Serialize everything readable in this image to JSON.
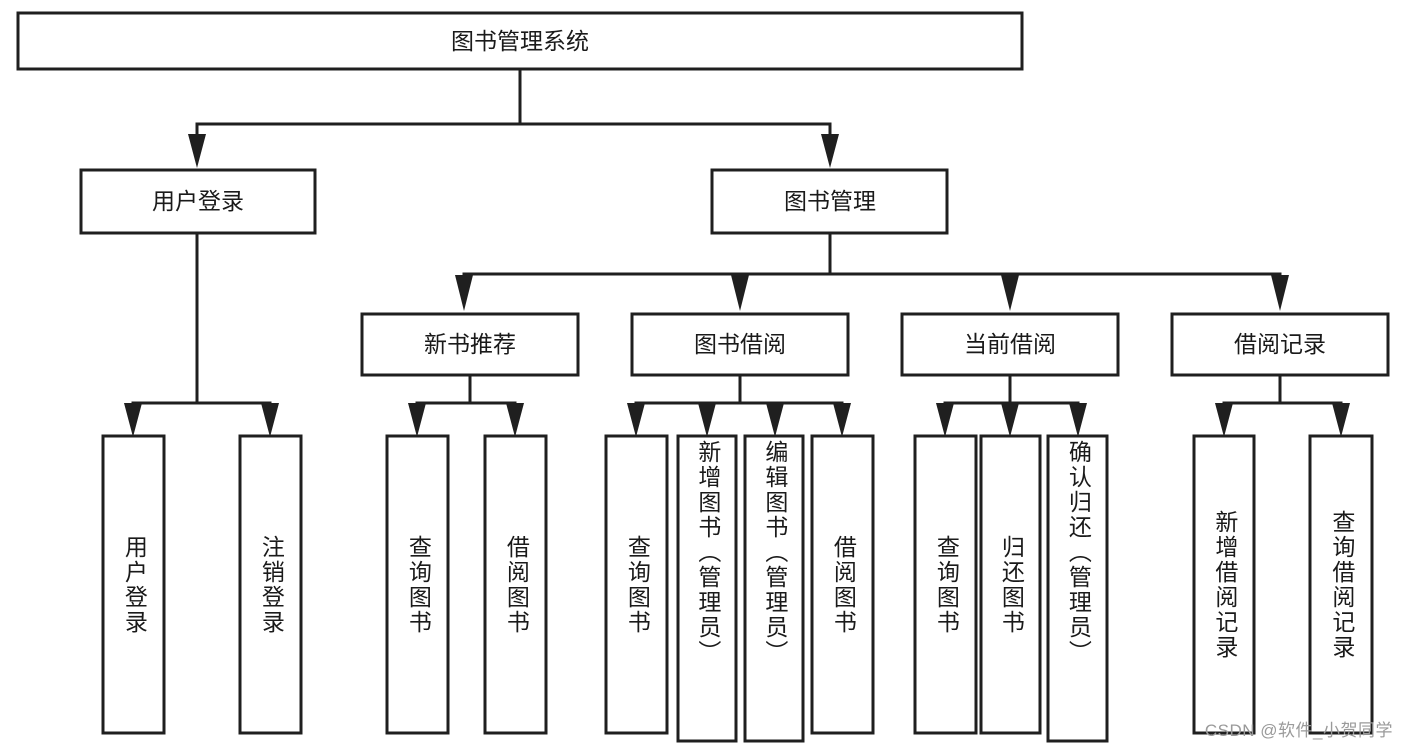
{
  "diagram": {
    "type": "tree-hierarchy",
    "title": "图书管理系统",
    "watermark": "CSDN @软件_小贺同学",
    "colors": {
      "stroke": "#1f1f1f",
      "fill": "#ffffff",
      "text": "#1a1a1a",
      "watermark": "#9a9a9a",
      "background": "#ffffff"
    },
    "root": {
      "label": "图书管理系统"
    },
    "level2": [
      {
        "id": "user-login",
        "label": "用户登录"
      },
      {
        "id": "book-manage",
        "label": "图书管理"
      }
    ],
    "level3": [
      {
        "id": "new-book-recommend",
        "label": "新书推荐",
        "parent": "book-manage"
      },
      {
        "id": "book-borrow",
        "label": "图书借阅",
        "parent": "book-manage"
      },
      {
        "id": "current-borrow",
        "label": "当前借阅",
        "parent": "book-manage"
      },
      {
        "id": "borrow-record",
        "label": "借阅记录",
        "parent": "book-manage"
      }
    ],
    "leaves": [
      {
        "id": "leaf-user-login",
        "label": "用户登录",
        "parent": "user-login"
      },
      {
        "id": "leaf-logout-login",
        "label": "注销登录",
        "parent": "user-login"
      },
      {
        "id": "leaf-query-book-1",
        "label": "查询图书",
        "parent": "new-book-recommend"
      },
      {
        "id": "leaf-borrow-book-1",
        "label": "借阅图书",
        "parent": "new-book-recommend"
      },
      {
        "id": "leaf-query-book-2",
        "label": "查询图书",
        "parent": "book-borrow"
      },
      {
        "id": "leaf-add-book",
        "label": "新增图书（管理员）",
        "parent": "book-borrow"
      },
      {
        "id": "leaf-edit-book",
        "label": "编辑图书（管理员）",
        "parent": "book-borrow"
      },
      {
        "id": "leaf-borrow-book-2",
        "label": "借阅图书",
        "parent": "book-borrow"
      },
      {
        "id": "leaf-query-book-3",
        "label": "查询图书",
        "parent": "current-borrow"
      },
      {
        "id": "leaf-return-book",
        "label": "归还图书",
        "parent": "current-borrow"
      },
      {
        "id": "leaf-confirm-return",
        "label": "确认归还（管理员）",
        "parent": "current-borrow"
      },
      {
        "id": "leaf-add-record",
        "label": "新增借阅记录",
        "parent": "borrow-record"
      },
      {
        "id": "leaf-query-record",
        "label": "查询借阅记录",
        "parent": "borrow-record"
      }
    ]
  }
}
